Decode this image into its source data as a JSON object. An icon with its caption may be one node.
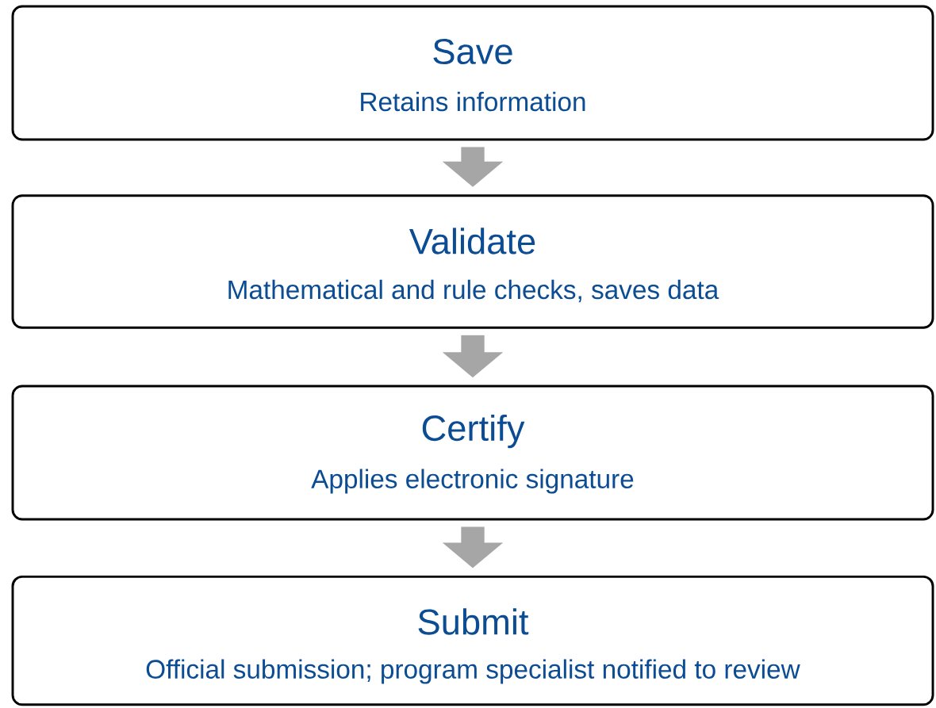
{
  "diagram": {
    "nodes": [
      {
        "text": [
          "Save",
          "Retains information"
        ]
      },
      {
        "text": [
          "Validate",
          "Mathematical and rule checks, saves data"
        ]
      },
      {
        "text": [
          "Certify",
          "Applies electronic signature"
        ]
      },
      {
        "text": [
          "Submit",
          "Official submission; program specialist notified to review"
        ]
      }
    ],
    "edges": [
      {
        "from": 0,
        "to": 1,
        "arrow": "to"
      },
      {
        "from": 1,
        "to": 2,
        "arrow": "to"
      },
      {
        "from": 2,
        "to": 3,
        "arrow": "to"
      }
    ]
  }
}
